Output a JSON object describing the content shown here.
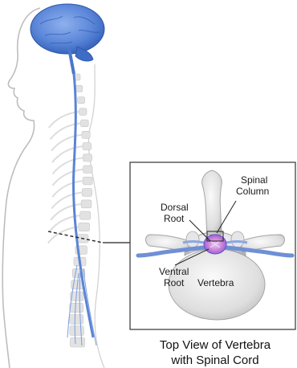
{
  "labels": {
    "dorsal_root": [
      "Dorsal",
      "Root"
    ],
    "spinal_column": [
      "Spinal",
      "Column"
    ],
    "ventral_root": [
      "Ventral",
      "Root"
    ],
    "vertebra": "Vertebra"
  },
  "caption": {
    "line1": "Top View of Vertebra",
    "line2": "with Spinal Cord"
  },
  "colors": {
    "brain": "#4f7fd1",
    "spinal_cord": "#5b84d4",
    "vertebra_bone": "#dcdcdc",
    "body_outline": "#b8b8b8",
    "cord_pink": "#c86ac8"
  }
}
